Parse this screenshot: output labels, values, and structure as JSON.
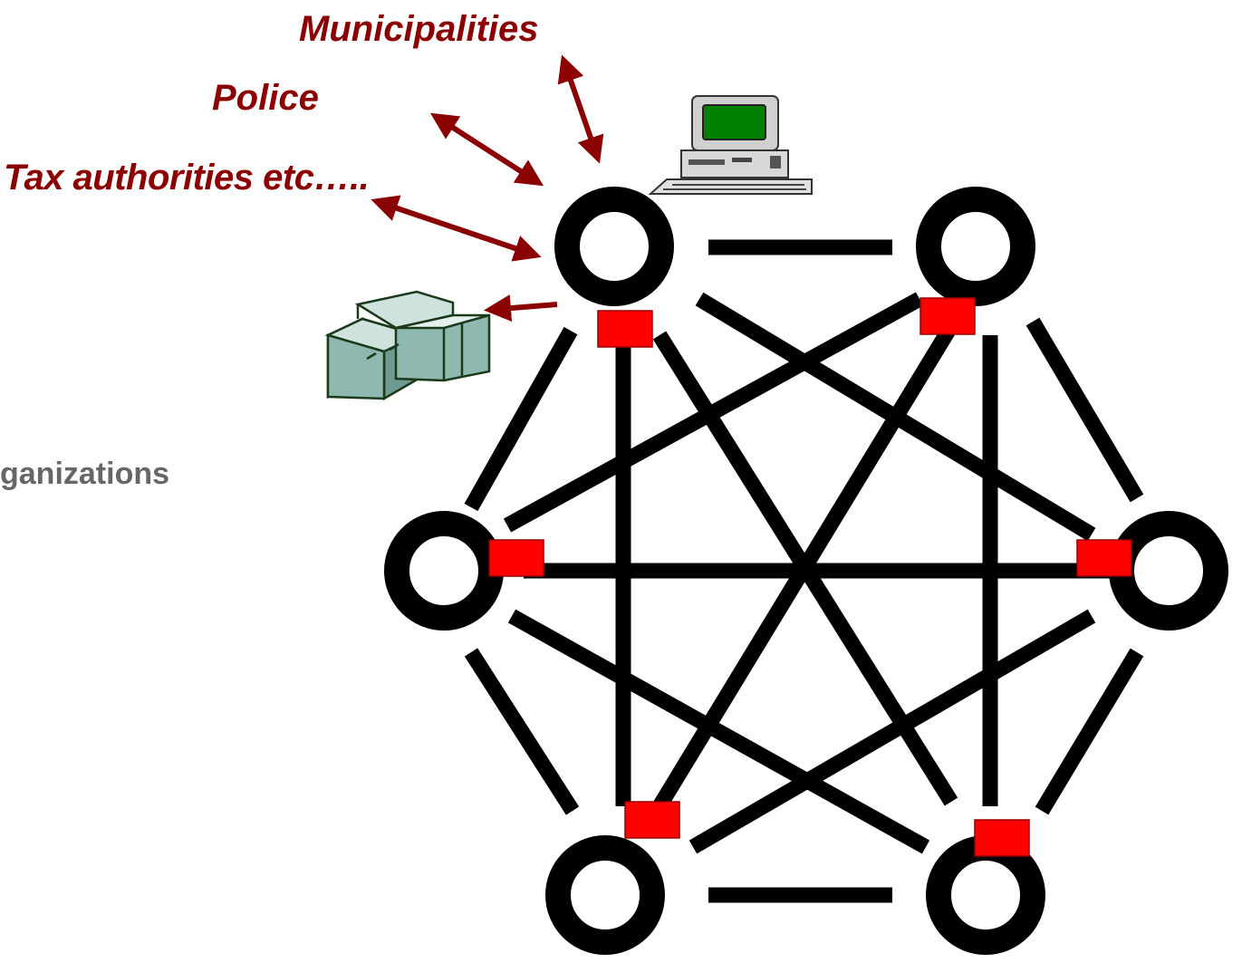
{
  "labels": {
    "municipalities": "Municipalities",
    "police": "Police",
    "tax_authorities": "Tax authorities etc…..",
    "organizations": "ganizations"
  },
  "colors": {
    "label_red": "#8b0000",
    "arrow_red": "#8b0000",
    "node_marker": "#ff0000",
    "link": "#000000",
    "gray_text": "#666666",
    "computer_screen": "#008000",
    "building": "#8fb8b0"
  },
  "icons": [
    "computer-terminal-icon",
    "office-building-icon"
  ]
}
